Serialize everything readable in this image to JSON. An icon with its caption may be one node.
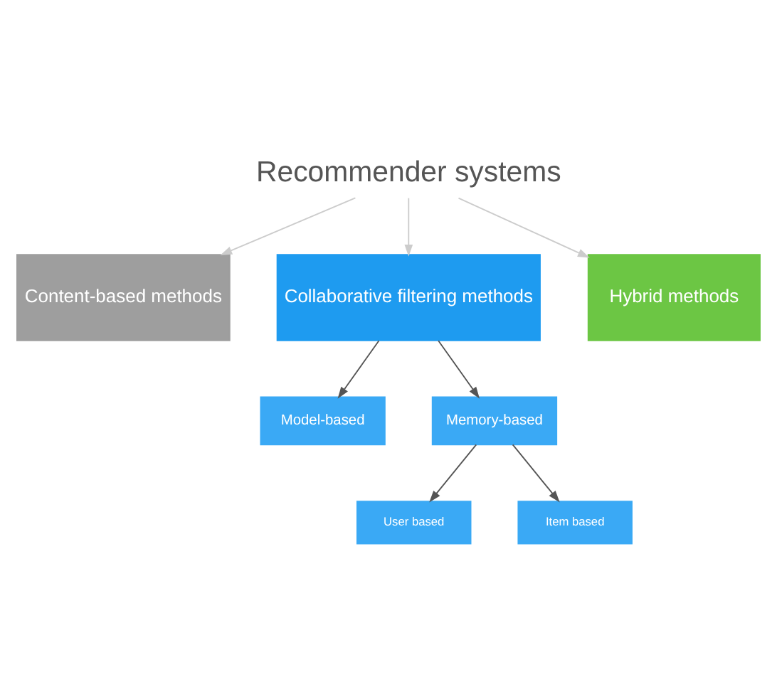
{
  "diagram": {
    "nodes": [
      {
        "text": [
          "Recommender systems"
        ]
      },
      {
        "text": [
          "Content-based methods"
        ]
      },
      {
        "text": [
          "Collaborative filtering methods"
        ]
      },
      {
        "text": [
          "Hybrid methods"
        ]
      },
      {
        "text": [
          "Model-based"
        ]
      },
      {
        "text": [
          "Memory-based"
        ]
      },
      {
        "text": [
          "User based"
        ]
      },
      {
        "text": [
          "Item based"
        ]
      }
    ],
    "edges": [
      {
        "from": 0,
        "to": 1,
        "arrow": "to",
        "color": "#cccccc"
      },
      {
        "from": 0,
        "to": 2,
        "arrow": "to",
        "color": "#cccccc"
      },
      {
        "from": 0,
        "to": 3,
        "arrow": "to",
        "color": "#cccccc"
      },
      {
        "from": 2,
        "to": 4,
        "arrow": "to"
      },
      {
        "from": 2,
        "to": 5,
        "arrow": "to"
      },
      {
        "from": 5,
        "to": 6,
        "arrow": "to"
      },
      {
        "from": 5,
        "to": 7,
        "arrow": "to"
      }
    ]
  }
}
